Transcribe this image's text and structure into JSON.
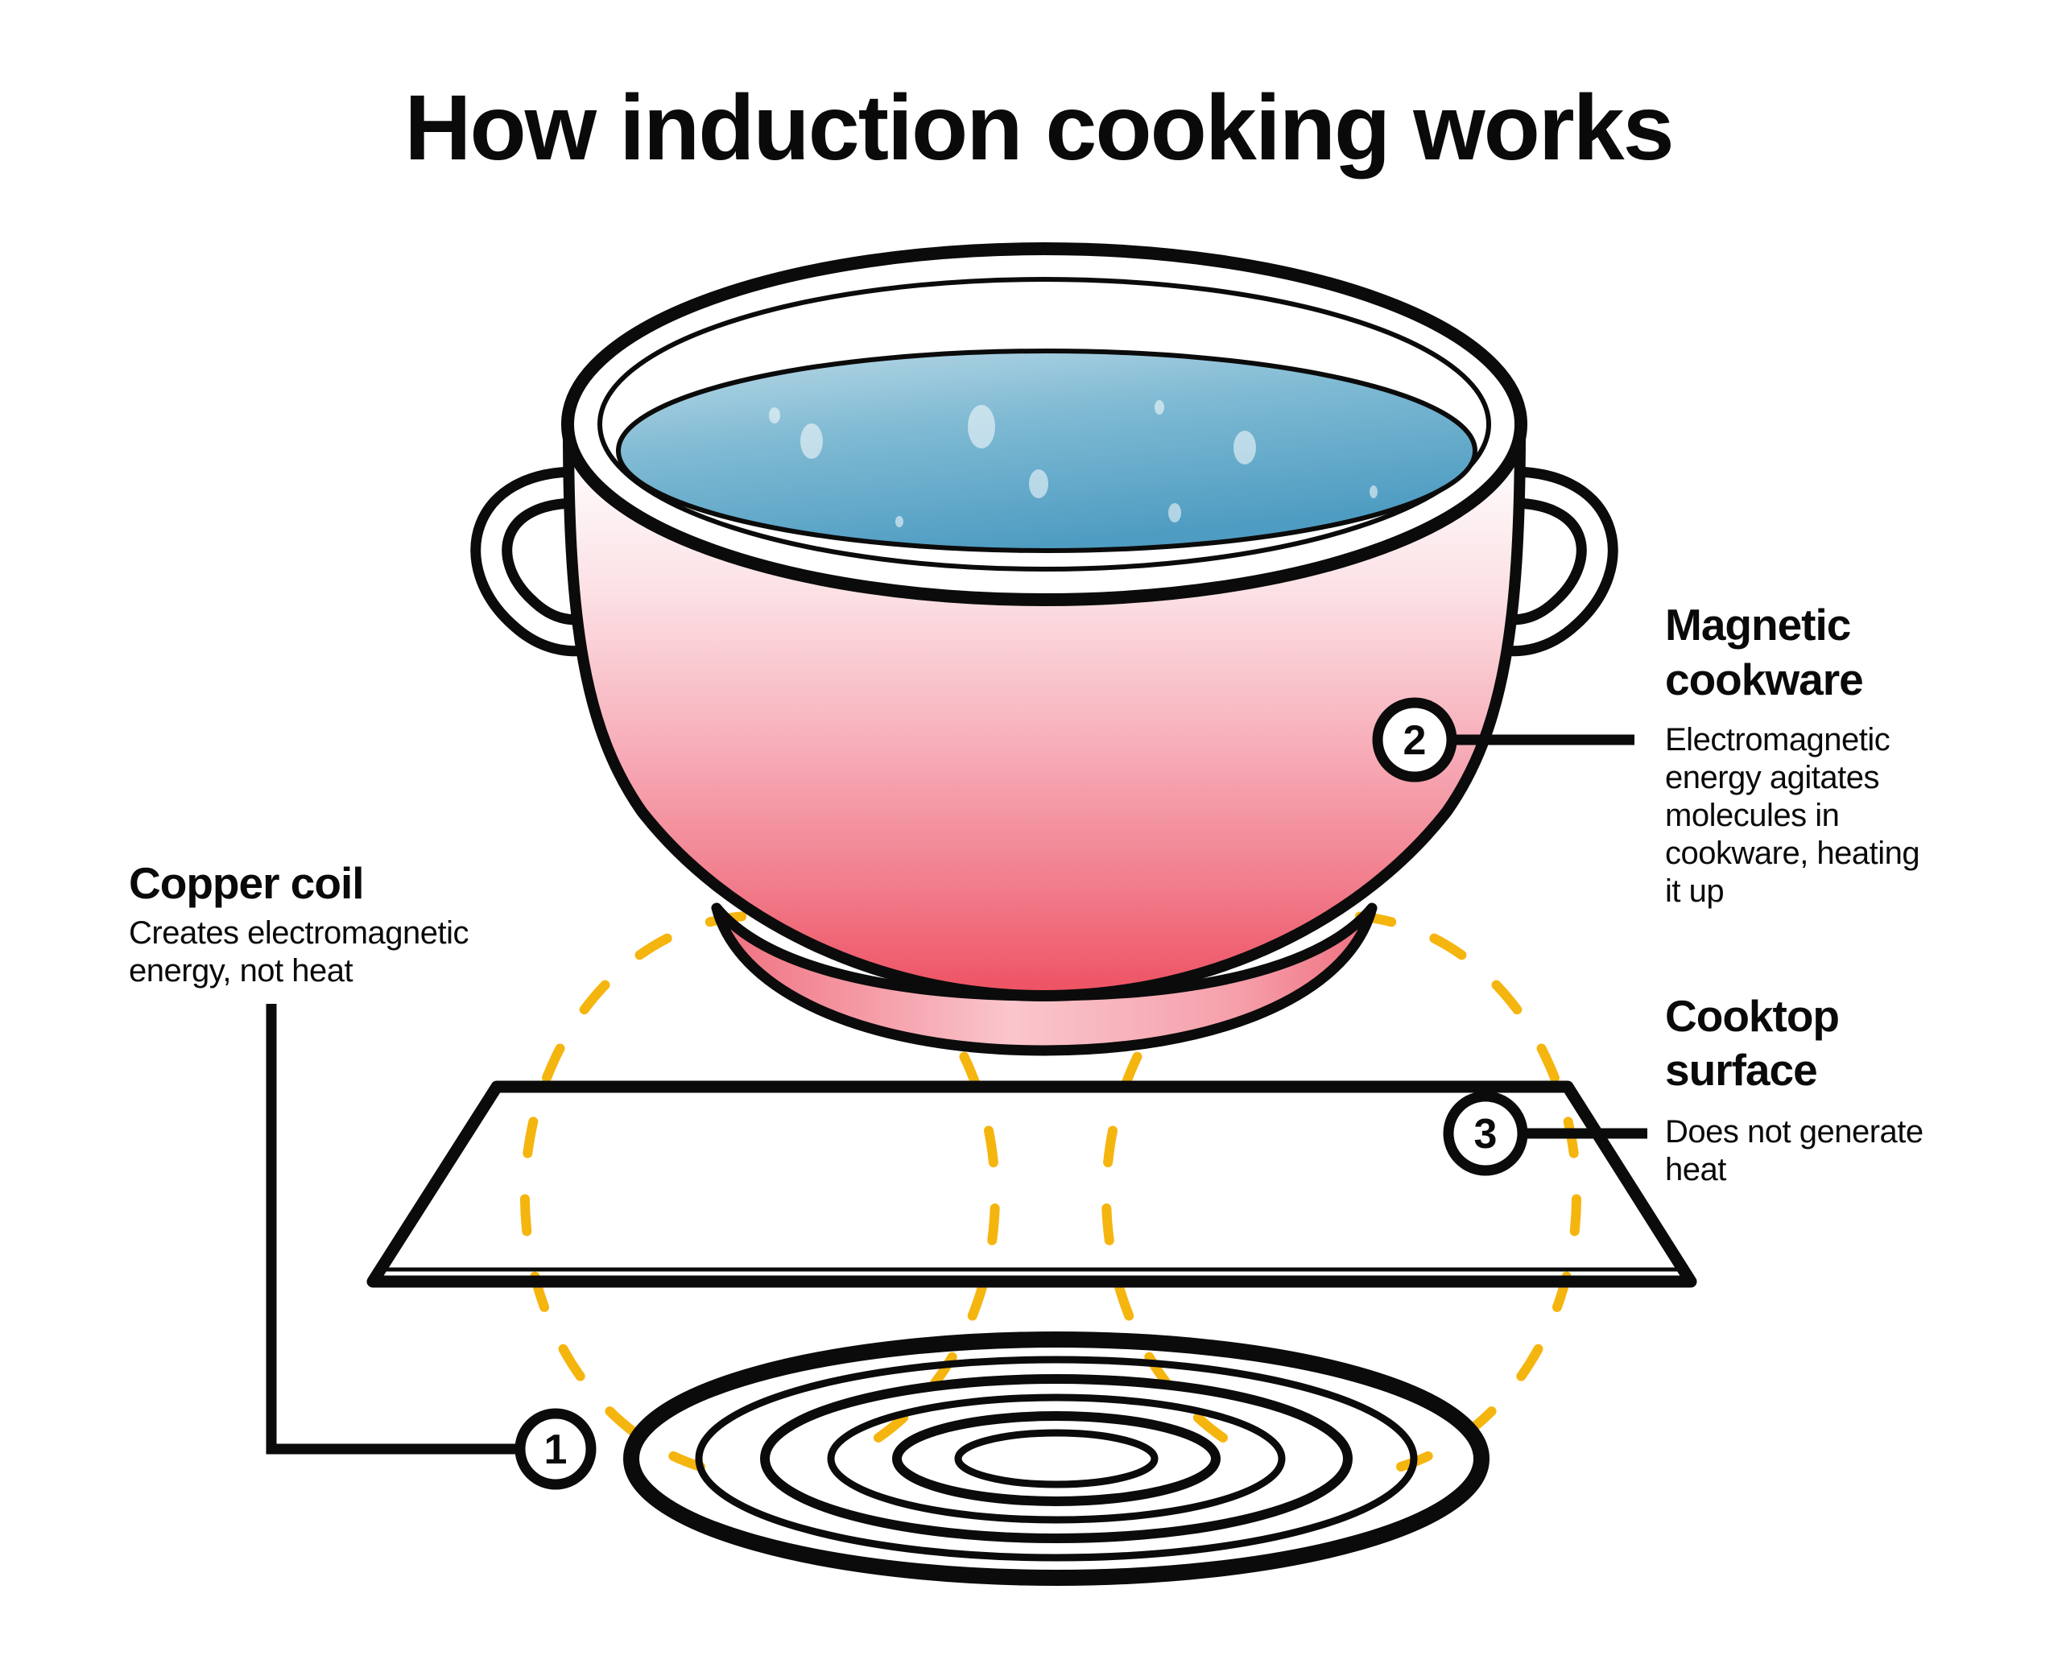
{
  "title": "How induction cooking works",
  "colors": {
    "accent_yellow": "#F5B50F",
    "outline": "#0B0B0B",
    "pot_hot_red": "#EE5162",
    "water_blue": "#4E9CC2"
  },
  "callouts": {
    "copper_coil": {
      "number": "1",
      "title": "Copper coil",
      "desc": [
        "Creates electromagnetic",
        "energy, not heat"
      ]
    },
    "magnetic_cookware": {
      "number": "2",
      "title": [
        "Magnetic",
        "cookware"
      ],
      "desc": [
        "Electromagnetic",
        "energy agitates",
        "molecules in",
        "cookware, heating",
        "it up"
      ]
    },
    "cooktop_surface": {
      "number": "3",
      "title": [
        "Cooktop",
        "surface"
      ],
      "desc": [
        "Does not generate",
        "heat"
      ]
    }
  },
  "diagram_parts": {
    "pot": "pot-of-boiling-water",
    "water": "water-surface",
    "coil": "copper-coil-rings",
    "cooktop": "cooktop-glass-surface",
    "field": "magnetic-field-dashed-lines"
  }
}
